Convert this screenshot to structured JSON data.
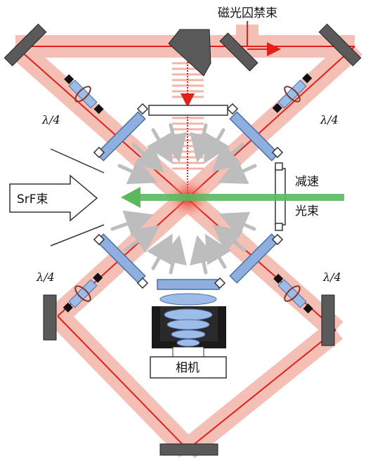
{
  "labels": {
    "mot_beam": "磁光囚禁束",
    "lambda_tl": "λ/4",
    "lambda_tr": "λ/4",
    "lambda_bl": "λ/4",
    "lambda_br": "λ/4",
    "srf_beam": "SrF束",
    "decel_line1": "减速",
    "decel_line2": "光束",
    "camera": "相机"
  },
  "colors": {
    "beam_band": "#f3b4a8",
    "beam_line": "#e0201b",
    "mirror": "#5a5a5a",
    "window": "#8fb0de",
    "window_edge": "#4a6ea6",
    "arrow_gray": "#bdbdbd",
    "decel_arrow": "#5cb85c",
    "lens": "#9dbde8",
    "camera_body": "#1a1a1a"
  }
}
